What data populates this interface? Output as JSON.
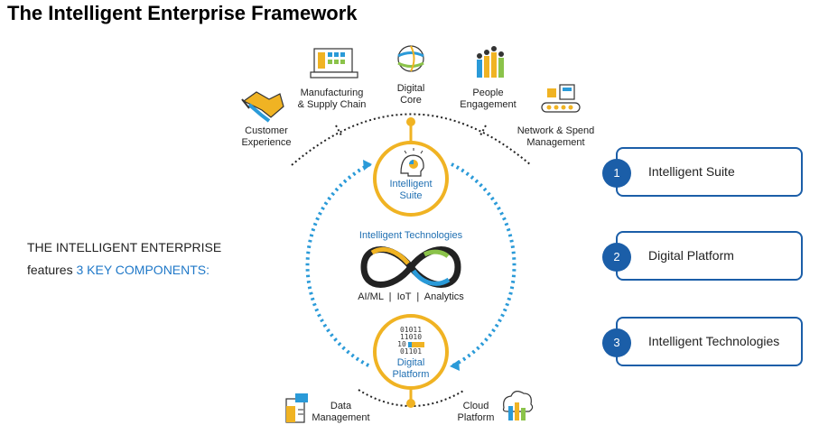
{
  "title": "The Intelligent Enterprise Framework",
  "outer_items": {
    "customer_experience": [
      "Customer",
      "Experience"
    ],
    "manufacturing": [
      "Manufacturing",
      "& Supply Chain"
    ],
    "digital_core": [
      "Digital",
      "Core"
    ],
    "people_engagement": [
      "People",
      "Engagement"
    ],
    "network_spend": [
      "Network & Spend",
      "Management"
    ],
    "data_management": [
      "Data",
      "Management"
    ],
    "cloud_platform": [
      "Cloud",
      "Platform"
    ]
  },
  "center": {
    "intelligent_suite": [
      "Intelligent",
      "Suite"
    ],
    "intelligent_technologies": "Intelligent Technologies",
    "tech_list": "AI/ML  |  IoT  |  Analytics",
    "digital_platform": [
      "Digital",
      "Platform"
    ],
    "binary": [
      "01011",
      "11010",
      "10",
      "01101"
    ]
  },
  "left_text": {
    "line1": "THE INTELLIGENT ENTERPRISE",
    "line2_prefix": "features ",
    "line2_highlight": "3 KEY COMPONENTS:"
  },
  "components": [
    {
      "number": "1",
      "label": "Intelligent Suite"
    },
    {
      "number": "2",
      "label": "Digital Platform"
    },
    {
      "number": "3",
      "label": "Intelligent Technologies"
    }
  ],
  "colors": {
    "gold": "#f0b323",
    "blue_dots": "#2a9ad8",
    "card_border": "#1b5ea8",
    "accent_blue": "#1f78c8"
  },
  "icons": [
    "handshake-icon",
    "factory-icon",
    "globe-icon",
    "people-bars-icon",
    "network-spend-icon",
    "lightbulb-head-icon",
    "infinity-icon",
    "binary-icon",
    "data-document-icon",
    "cloud-icon"
  ]
}
